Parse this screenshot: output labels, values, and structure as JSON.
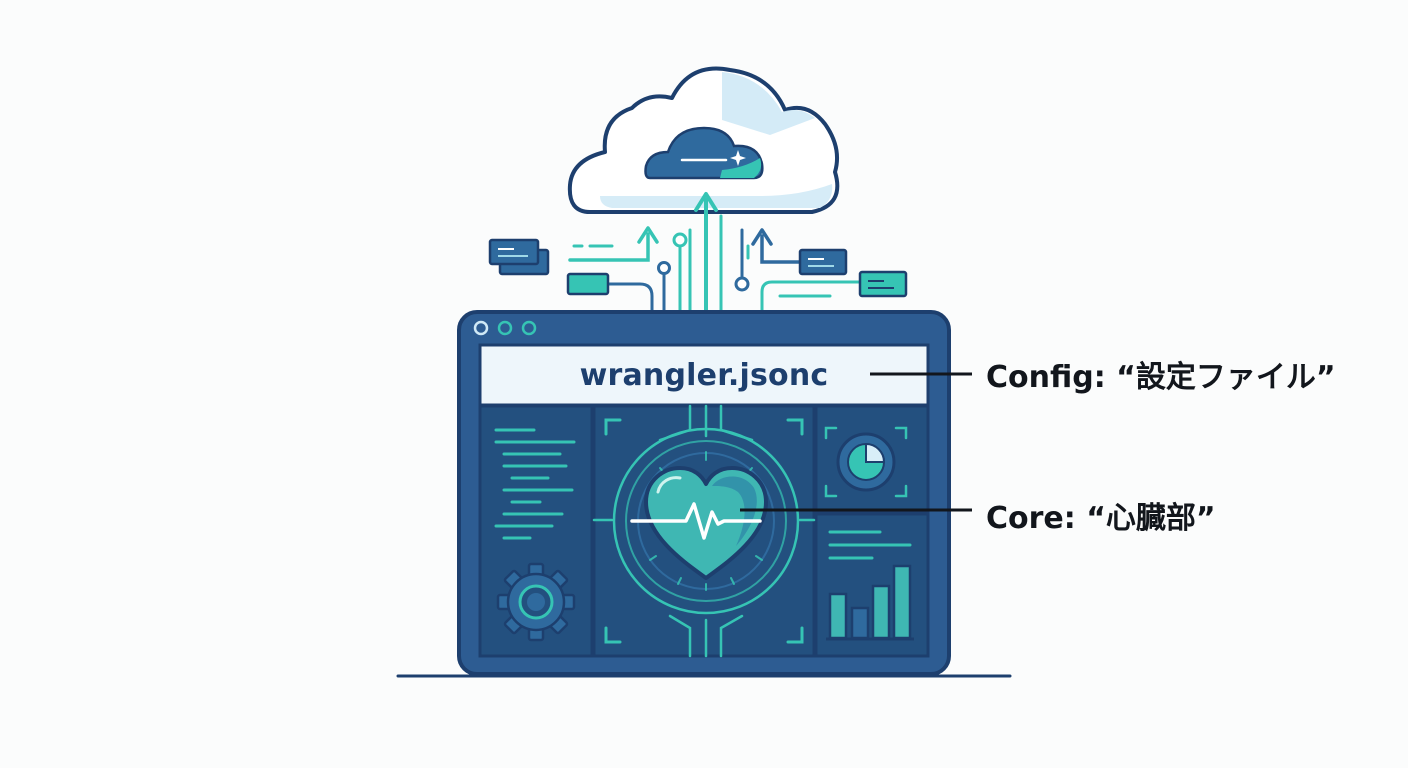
{
  "window": {
    "filename": "wrangler.jsonc"
  },
  "callouts": {
    "config_label": "Config: “設定ファイル”",
    "core_label": "Core: “心臓部”"
  },
  "colors": {
    "navy": "#1d3f6e",
    "panel": "#2d5c92",
    "panel_dark": "#23507f",
    "teal": "#36c4b4",
    "cloud_fill": "#d8eef8",
    "cloud_stroke": "#1d3f6e"
  },
  "icons": [
    "cloud-icon",
    "heart-pulse-icon",
    "gear-icon",
    "pie-chart-icon",
    "bar-chart-icon",
    "window-dots-icon"
  ]
}
